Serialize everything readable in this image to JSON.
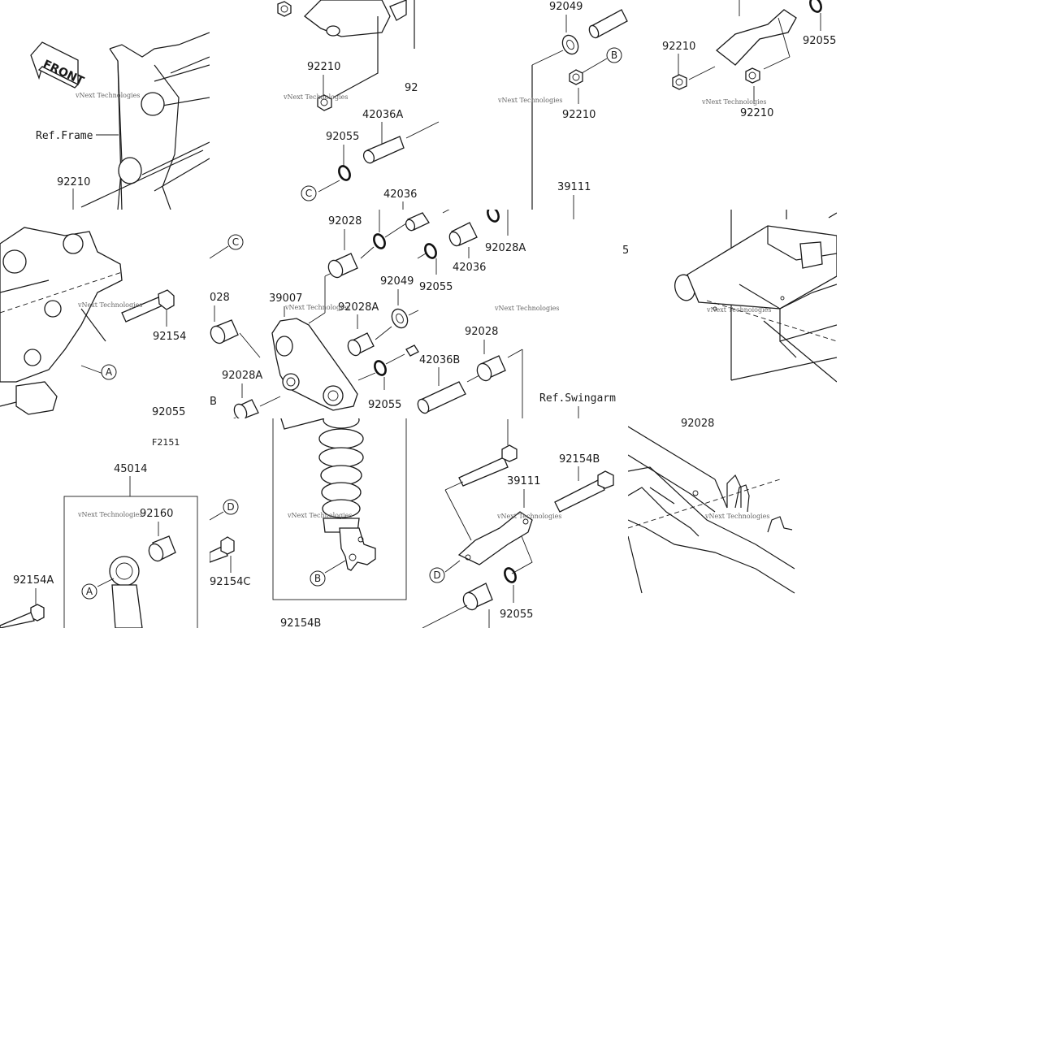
{
  "diagram": {
    "watermark": "vNext Technologies",
    "front_arrow": "FRONT",
    "figure_code": "F2151",
    "refs": {
      "frame": "Ref.Frame",
      "swingarm": "Ref.Swingarm"
    },
    "callouts": {
      "a": "A",
      "b": "B",
      "c": "C",
      "d": "D"
    },
    "labels": {
      "p92210_a": "92210",
      "p92210_b": "92210",
      "p92210_c": "92210",
      "p92210_d": "92210",
      "p92210_e": "92210",
      "p92049_a": "92049",
      "p92049_b": "92049",
      "p92055_a": "92055",
      "p92055_b": "92055",
      "p92055_c": "92055",
      "p92055_d": "92055",
      "p92055_e": "92055",
      "p92055_f": "92055",
      "p42036A": "42036A",
      "p42036B": "42036B",
      "p42036": "42036",
      "p42036_cut": "42036",
      "p92028_a": "92028",
      "p92028_b": "028",
      "p92028_c": "92028",
      "p92028_d": "92028",
      "p92028A_a": "92028A",
      "p92028A_b": "92028A",
      "p92028A_c": "92028A",
      "p39007": "39007",
      "p39111_a": "39111",
      "p39111_b": "39111",
      "p92154": "92154",
      "p92154A": "92154A",
      "p92154B_a": "92154B",
      "p92154B_b": "92154B",
      "p92154C": "92154C",
      "p92160": "92160",
      "p45014": "45014",
      "cut_92": "92",
      "cut_b": "B",
      "cut_5": "5"
    }
  }
}
